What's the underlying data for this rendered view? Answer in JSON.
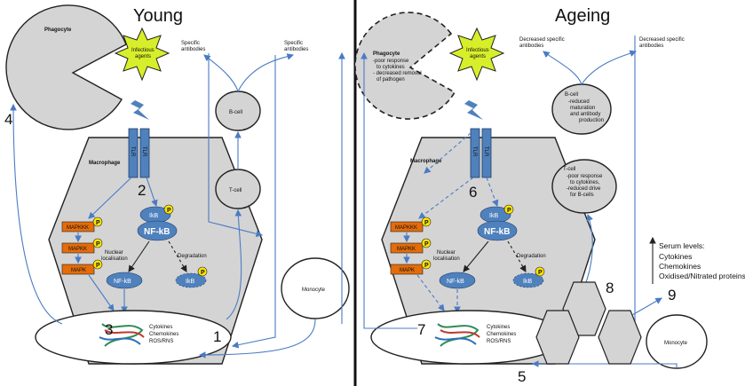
{
  "young": {
    "title": "Young",
    "phagocyte": "Phagocyte",
    "infectious": [
      "Infectious",
      "agents"
    ],
    "specific_ab_1": [
      "Specific",
      "antibodies"
    ],
    "specific_ab_2": [
      "Specific",
      "antibodies"
    ],
    "bcell": "B-cell",
    "tcell": "T-cell",
    "monocyte": "Monocyte",
    "macrophage": "Macrophage",
    "tlr": "TLR",
    "nuclear": [
      "Nuclear",
      "localisation"
    ],
    "degradation": "Degradation",
    "nucleus_text": [
      "Cytokines",
      "Chemokines",
      "ROS/RNS"
    ],
    "kinases": [
      "MAPKKK",
      "MAPKK",
      "MAPK"
    ],
    "ikb": "IkB",
    "nfkb": "NF-kB",
    "p": "P",
    "numbers": [
      "1",
      "2",
      "3",
      "4"
    ]
  },
  "ageing": {
    "title": "Ageing",
    "phagocyte": "Phagocyte",
    "phagocyte_notes": [
      "-poor response",
      "to cytokines",
      "- decreased removal",
      "of pathogen"
    ],
    "infectious": [
      "Infectious",
      "agents"
    ],
    "decreased_ab_1": [
      "Decreased specific",
      "antibodies"
    ],
    "decreased_ab_2": [
      "Decreased specific",
      "antibodies"
    ],
    "bcell": [
      "B-cell",
      "-reduced",
      "maturation",
      "and antibody",
      "production"
    ],
    "tcell": [
      "T-cell",
      "-poor response",
      "to cytokines,",
      "-reduced drive",
      "for B-cells"
    ],
    "monocyte": "Monocyte",
    "macrophage": "Macrophage",
    "tlr": "TLR",
    "nuclear": [
      "Nuclear",
      "localisation"
    ],
    "degradation": "Degradation",
    "nucleus_text": [
      "Cytokines",
      "Chemokines",
      "ROS/RNS"
    ],
    "kinases": [
      "MAPKKK",
      "MAPKK",
      "MAPK"
    ],
    "ikb": "IkB",
    "nfkb": "NF-kB",
    "p": "P",
    "serum": [
      "Serum levels:",
      "Cytokines",
      "Chemokines",
      "Oxidised/Nitrated proteins"
    ],
    "numbers": [
      "5",
      "6",
      "7",
      "8",
      "9"
    ]
  },
  "colors": {
    "cell_fill": "#d4d4d4",
    "arrow_blue": "#4a7bc4",
    "tlr_blue": "#4f81bd",
    "kinase_orange": "#e46c0a",
    "star_green": "#d7ef2a",
    "phosphate_yellow": "#ffe600"
  }
}
